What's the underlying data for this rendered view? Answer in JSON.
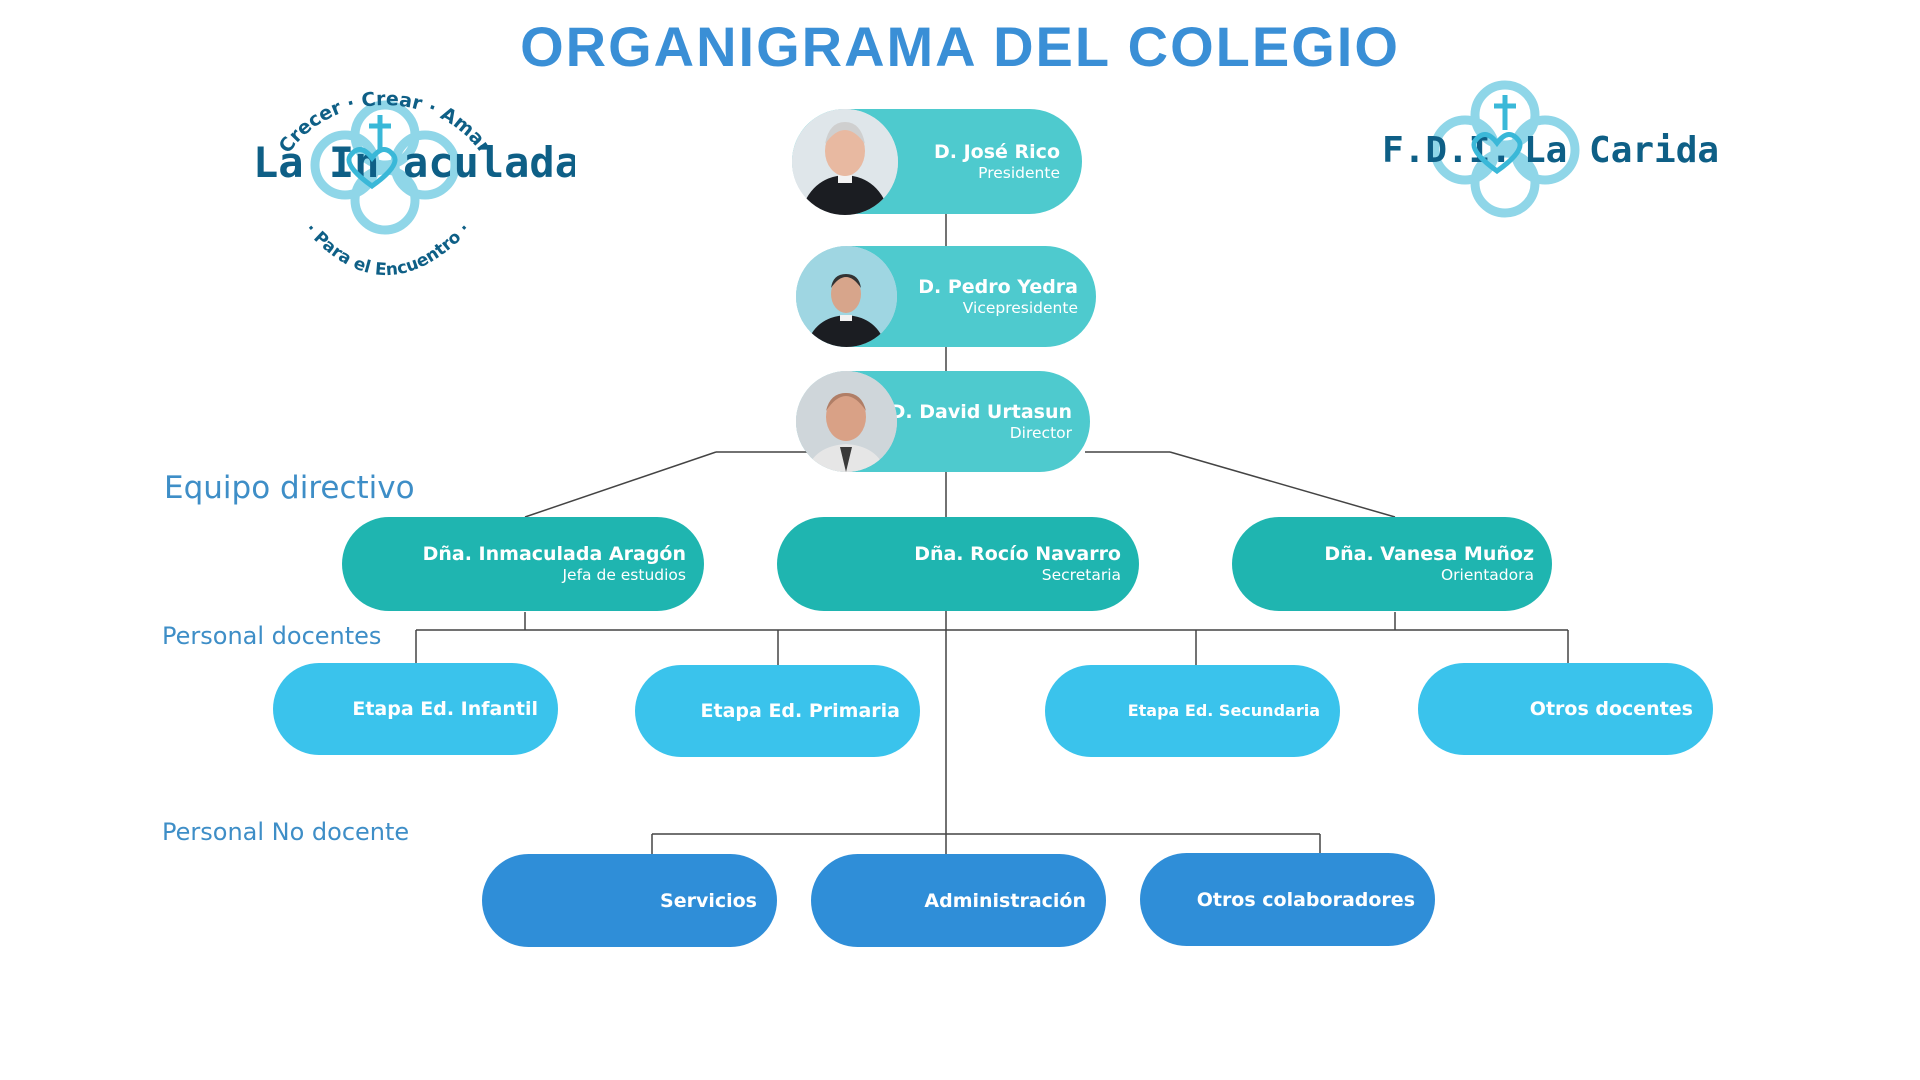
{
  "title": "ORGANIGRAMA DEL COLEGIO",
  "logos": {
    "left": {
      "top_arc": "· Crecer · Crear · Amar ·",
      "name_a": "La In",
      "name_b": "aculada",
      "bottom_arc": "· Para el Encuentro ·"
    },
    "right": {
      "name_a": "F.D.I.",
      "name_b": "La Caridad"
    },
    "colors": {
      "text": "#0e5f86",
      "shape": "#8fd6e8",
      "heart": "#3ab8d8"
    }
  },
  "sections": {
    "equipo": "Equipo directivo",
    "docentes": "Personal docentes",
    "no_docente": "Personal No docente"
  },
  "leaders": [
    {
      "name": "D. José Rico",
      "role": "Presidente"
    },
    {
      "name": "D. Pedro Yedra",
      "role": "Vicepresidente"
    },
    {
      "name": "D. David Urtasun",
      "role": "Director"
    }
  ],
  "directive": [
    {
      "name": "Dña. Inmaculada Aragón",
      "role": "Jefa de estudios"
    },
    {
      "name": "Dña. Rocío Navarro",
      "role": "Secretaria"
    },
    {
      "name": "Dña. Vanesa Muñoz",
      "role": "Orientadora"
    }
  ],
  "teaching": [
    {
      "label": "Etapa Ed. Infantil"
    },
    {
      "label": "Etapa Ed. Primaria"
    },
    {
      "label": "Etapa Ed. Secundaria"
    },
    {
      "label": "Otros docentes"
    }
  ],
  "non_teaching": [
    {
      "label": "Servicios"
    },
    {
      "label": "Administración"
    },
    {
      "label": "Otros colaboradores"
    }
  ],
  "colors": {
    "title": "#3a8fd6",
    "leader": "#4ecace",
    "directive": "#1fb5b0",
    "teaching": "#3ac3ec",
    "non_teaching": "#2f8ed8",
    "section_label": "#3e8ec7",
    "line": "#444444"
  }
}
